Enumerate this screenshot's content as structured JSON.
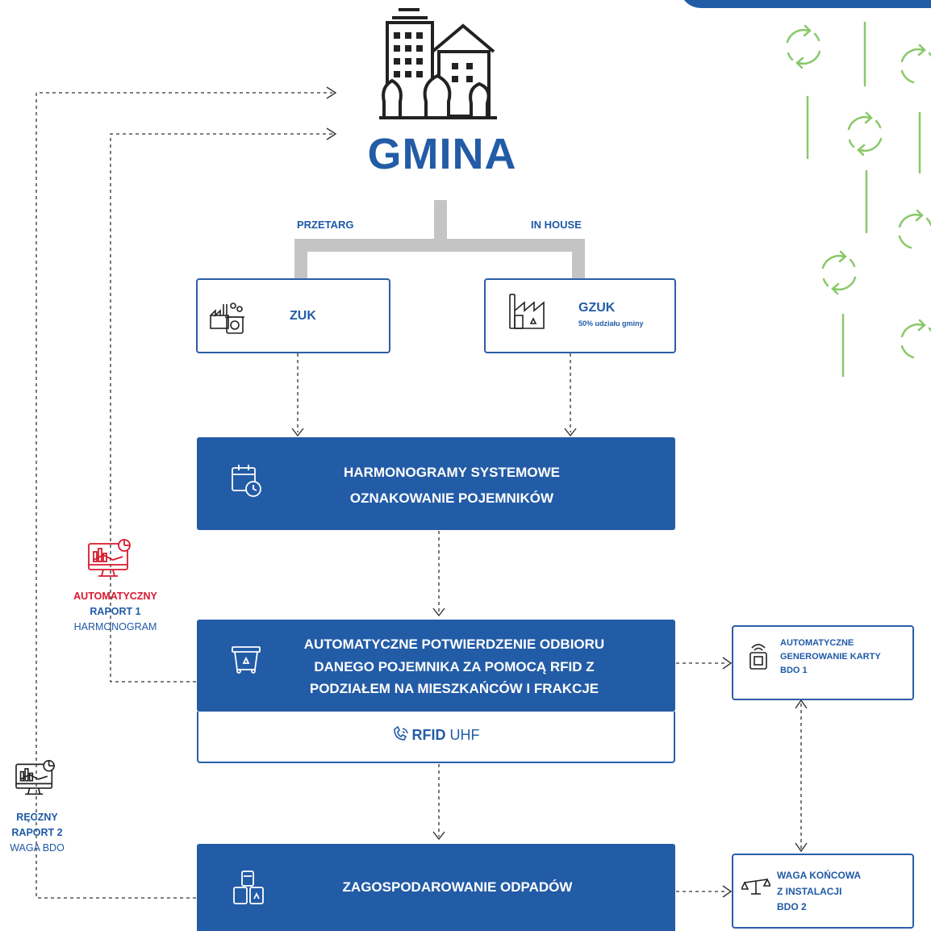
{
  "header": {
    "title": "GMINA"
  },
  "branches": {
    "left": "PRZETARG",
    "right": "IN HOUSE"
  },
  "boxes": {
    "zuk": {
      "label": "ZUK"
    },
    "gzuk": {
      "label": "GZUK",
      "sublabel": "50% udziału gminy"
    },
    "harmonogramy": {
      "line1": "HARMONOGRAMY SYSTEMOWE",
      "line2": "OZNAKOWANIE POJEMNIKÓW"
    },
    "potwierdzenie": {
      "line1": "AUTOMATYCZNE POTWIERDZENIE ODBIORU",
      "line2": "DANEGO POJEMNIKA ZA POMOCĄ RFID Z",
      "line3": "PODZIAŁEM NA MIESZKAŃCÓW I FRAKCJE"
    },
    "rfid": {
      "bold": "RFID",
      "rest": "UHF"
    },
    "zagospodarowanie": {
      "label": "ZAGOSPODAROWANIE ODPADÓW"
    },
    "bdo1": {
      "line1": "AUTOMATYCZNE",
      "line2": "GENEROWANIE KARTY",
      "line3": "BDO 1"
    },
    "bdo2": {
      "line1": "WAGA KOŃCOWA",
      "line2": "Z INSTALACJI",
      "line3": "BDO 2"
    }
  },
  "reports": {
    "r1": {
      "line1": "AUTOMATYCZNY",
      "line2": "RAPORT 1",
      "line3": "HARMONOGRAM"
    },
    "r2": {
      "line1": "RĘCZNY",
      "line2": "RAPORT 2",
      "line3": "WAGA BDO"
    }
  },
  "colors": {
    "brand_blue": "#235ca6",
    "red": "#d8192e",
    "green": "#8bc86a",
    "gray": "#c4c4c4"
  },
  "icons": [
    "city-buildings-icon",
    "factory-recycling-icon",
    "factory-icon",
    "calendar-clock-icon",
    "waste-bin-icon",
    "rfid-signal-icon",
    "waste-containers-icon",
    "chip-card-icon",
    "scales-icon",
    "monitor-chart-icon",
    "recycle-cycle-icon"
  ]
}
